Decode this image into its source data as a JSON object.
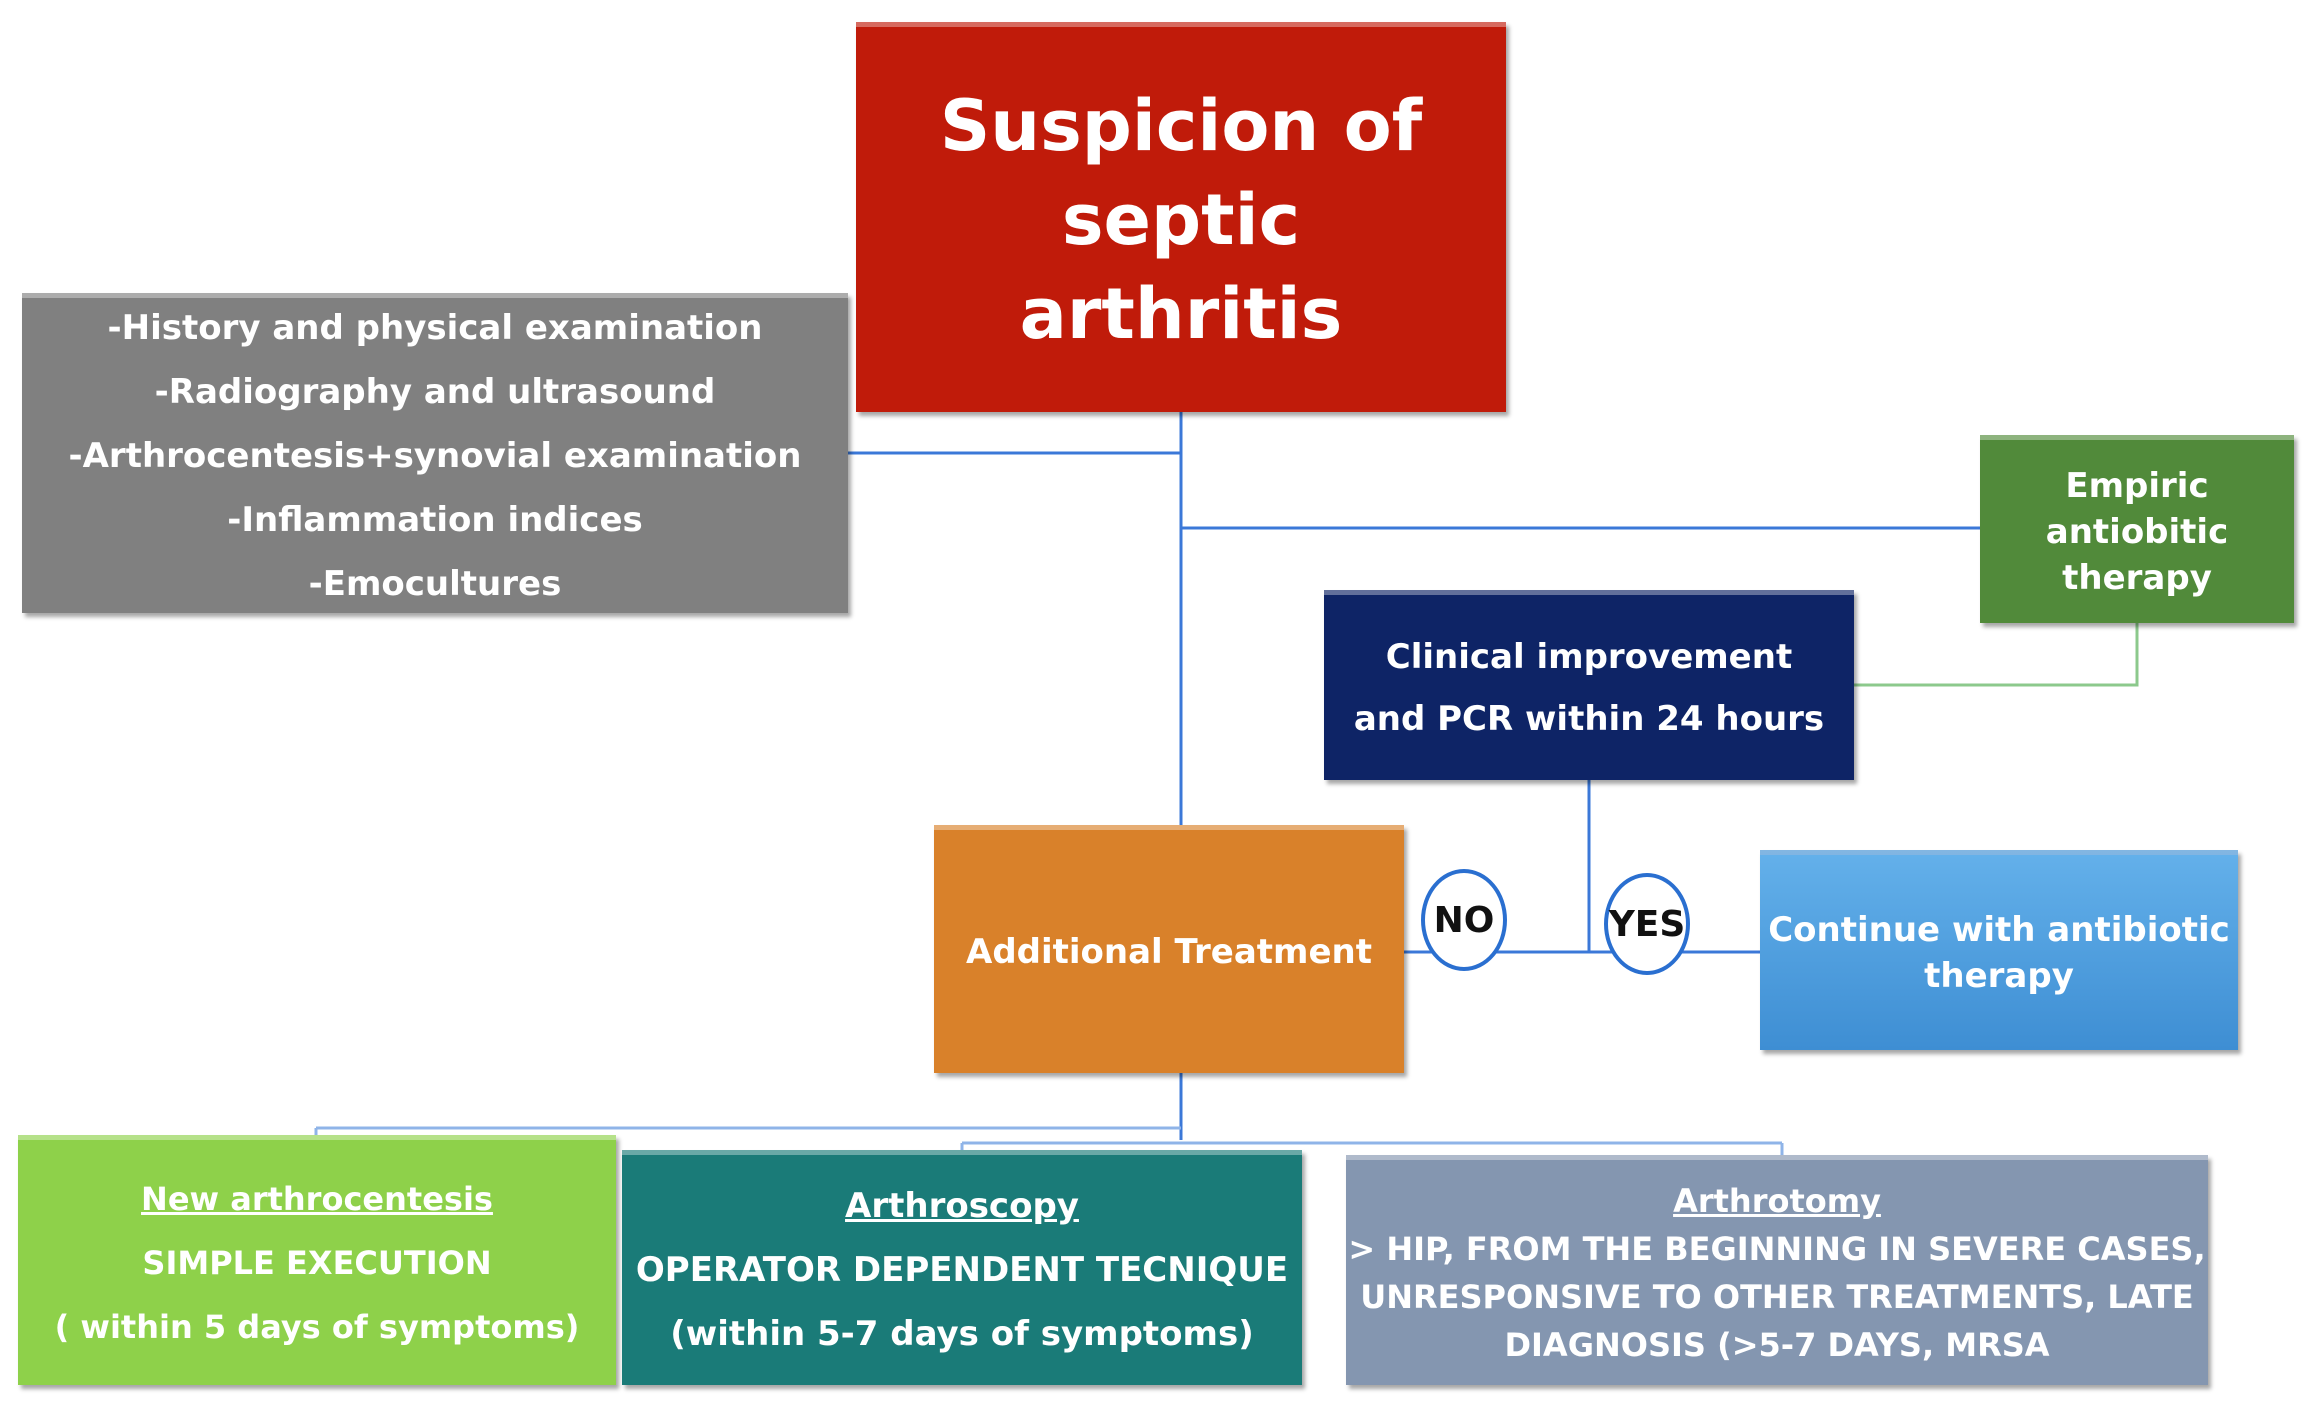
{
  "title": {
    "lines": [
      "Suspicion of septic",
      "arthritis"
    ]
  },
  "diagnostics": {
    "items": [
      "-History and physical examination",
      "-Radiography and ultrasound",
      "-Arthrocentesis+synovial examination",
      "-Inflammation indices",
      "-Emocultures"
    ]
  },
  "empiric": {
    "lines": [
      "Empiric antiobitic",
      "therapy"
    ]
  },
  "clinical": {
    "lines": [
      "Clinical improvement",
      "and PCR within 24 hours"
    ]
  },
  "additional": {
    "label": "Additional Treatment"
  },
  "decision": {
    "no_label": "NO",
    "yes_label": "YES"
  },
  "continue": {
    "lines": [
      "Continue with  antibiotic",
      "therapy"
    ]
  },
  "treatments": {
    "new_arthrocentesis": {
      "heading": "New arthrocentesis",
      "line1": "SIMPLE EXECUTION",
      "line2": "( within 5 days of symptoms)"
    },
    "arthroscopy": {
      "heading": "Arthroscopy",
      "line1": "OPERATOR DEPENDENT TECNIQUE",
      "line2": "(within 5-7 days of symptoms)"
    },
    "arthrotomy": {
      "heading": "Arthrotomy",
      "line1": "> HIP, FROM THE BEGINNING IN SEVERE CASES,",
      "line2": "UNRESPONSIVE TO OTHER TREATMENTS, LATE",
      "line3": "DIAGNOSIS  (>5-7 DAYS, MRSA"
    }
  },
  "colors": {
    "title": "#c01b0a",
    "diagnostics": "#808080",
    "empiric": "#518a3a",
    "clinical": "#0e2466",
    "additional": "#d9812a",
    "continue": "#4a9ee0",
    "new_arthrocentesis": "#8ed14a",
    "arthroscopy": "#1a7b78",
    "arthrotomy": "#8496b0",
    "connector": "#3b78d8",
    "connector_green": "#8cc98c"
  }
}
